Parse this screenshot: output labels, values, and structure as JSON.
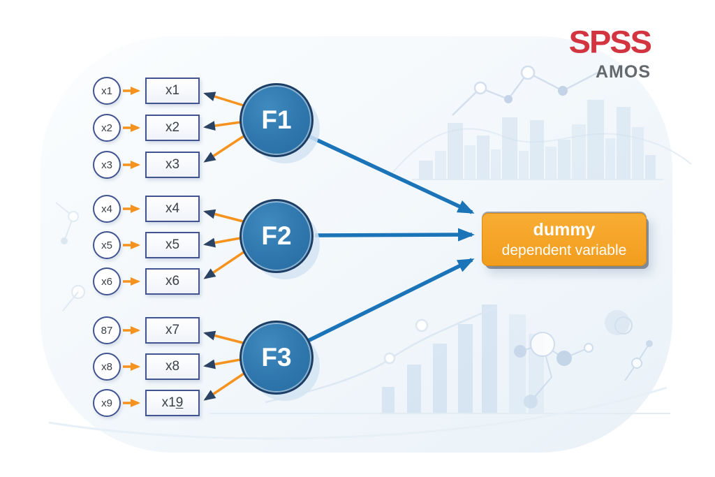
{
  "logo": {
    "brand": "SPSS",
    "product": "AMOS"
  },
  "model": {
    "groups": [
      {
        "factor": "F1",
        "rows": [
          {
            "error": "x1",
            "indicator": "x1"
          },
          {
            "error": "x2",
            "indicator": "x2"
          },
          {
            "error": "x3",
            "indicator": "x3"
          }
        ]
      },
      {
        "factor": "F2",
        "rows": [
          {
            "error": "x4",
            "indicator": "x4"
          },
          {
            "error": "x5",
            "indicator": "x5"
          },
          {
            "error": "x6",
            "indicator": "x6"
          }
        ]
      },
      {
        "factor": "F3",
        "rows": [
          {
            "error": "87",
            "indicator": "x7"
          },
          {
            "error": "x8",
            "indicator": "x8"
          },
          {
            "error": "x9",
            "indicator": "x1",
            "indicator_underlined": "9"
          }
        ]
      }
    ],
    "outcome": {
      "line1": "dummy",
      "line2": "dependent variable"
    },
    "colors": {
      "factor_fill": "#2e76ad",
      "factor_border": "#1d3f66",
      "arrow_orange": "#f6921e",
      "arrowhead_navy": "#2a4365",
      "arrow_blue": "#1b74b8",
      "outcome_fill": "#f5a02a",
      "outcome_border": "#d88a10",
      "node_border": "#41548f",
      "logo_red": "#d23440",
      "logo_gray": "#65696e"
    }
  }
}
